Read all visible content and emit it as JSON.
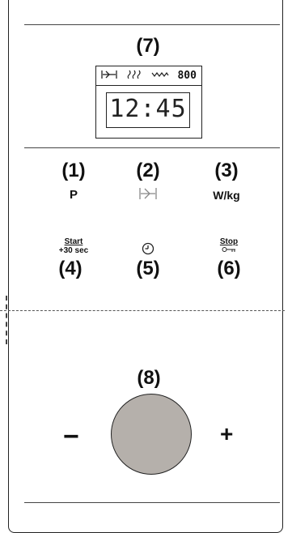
{
  "labels": {
    "n1": "(1)",
    "n2": "(2)",
    "n3": "(3)",
    "n4": "(4)",
    "n5": "(5)",
    "n6": "(6)",
    "n7": "(7)",
    "n8": "(8)"
  },
  "buttons": {
    "power": "P",
    "weight": "W/kg",
    "start_line1": "Start",
    "start_line2": "+30 sec",
    "stop": "Stop"
  },
  "display": {
    "time": "12:45",
    "watt": "800",
    "icons": [
      "defrost-icon",
      "grill-icon",
      "microwave-icon"
    ]
  },
  "dial": {
    "minus": "−",
    "plus": "+"
  }
}
